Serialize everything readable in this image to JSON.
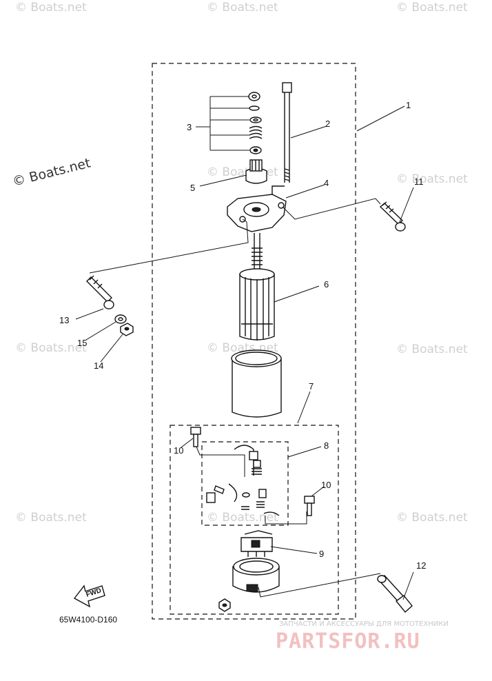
{
  "watermarks": {
    "brand": "© Boats.net",
    "repeat": "© Boats.net"
  },
  "callouts": [
    "1",
    "2",
    "3",
    "4",
    "5",
    "6",
    "7",
    "8",
    "9",
    "10",
    "10",
    "11",
    "12",
    "13",
    "14",
    "15"
  ],
  "drawing_code": "65W4100-D160",
  "fwd_label": "FWD",
  "footer": {
    "tagline": "ЗАПЧАСТИ И АКСЕССУАРЫ ДЛЯ МОТОТЕХНИКИ",
    "brand": "PARTSFOR.RU"
  }
}
